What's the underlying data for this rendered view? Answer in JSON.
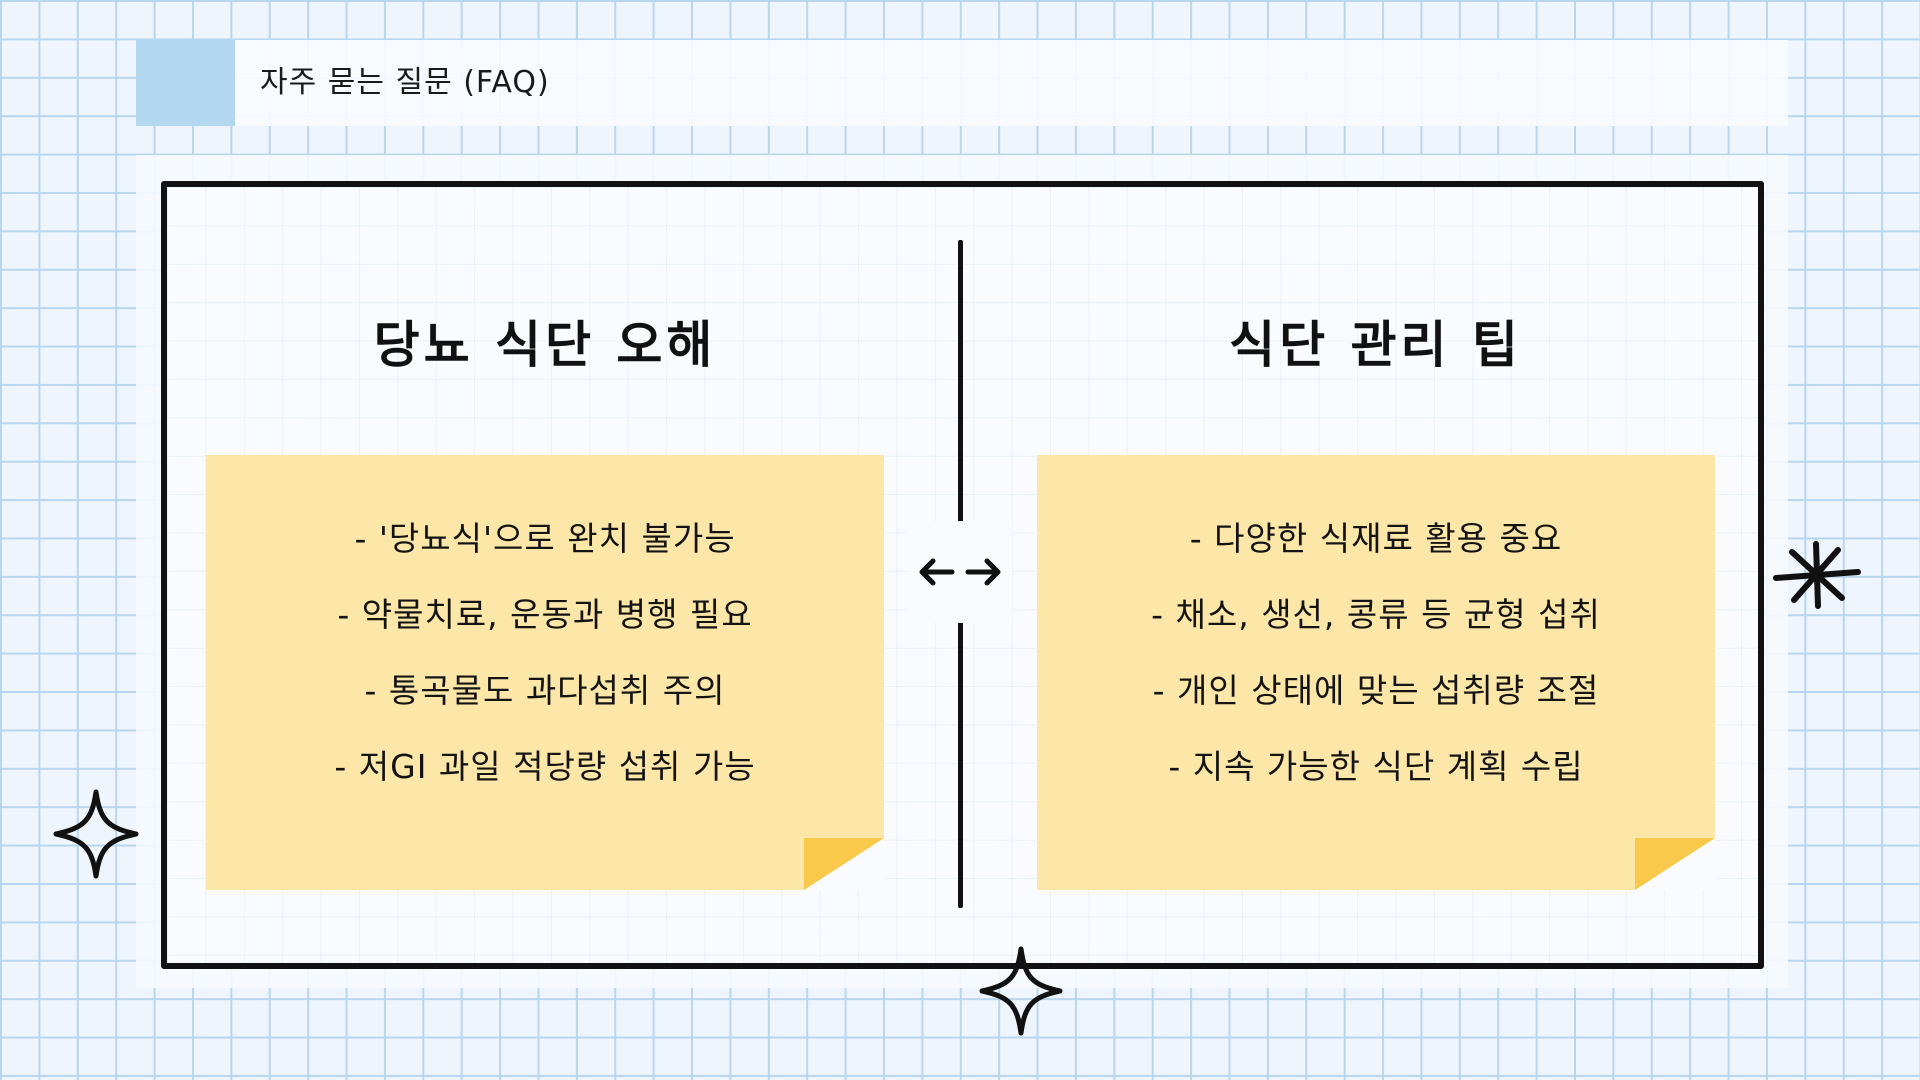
{
  "header": {
    "title": "자주 묻는 질문 (FAQ)"
  },
  "left_column": {
    "title": "당뇨 식단 오해",
    "items": [
      "- '당뇨식'으로 완치 불가능",
      "- 약물치료, 운동과 병행 필요",
      "- 통곡물도 과다섭취 주의",
      "- 저GI 과일 적당량 섭취 가능"
    ]
  },
  "right_column": {
    "title": "식단 관리 팁",
    "items": [
      "- 다양한 식재료 활용 중요",
      "- 채소, 생선, 콩류 등 균형 섭취",
      "- 개인 상태에 맞는 섭취량 조절",
      "- 지속 가능한 식단 계획 수립"
    ]
  },
  "icons": {
    "center": "double-arrow-icon",
    "decorations": [
      "sparkle-icon",
      "asterisk-icon"
    ]
  },
  "colors": {
    "background": "#eef5fc",
    "grid": "#b9d6f1",
    "header_swatch": "#b3d7ef",
    "note": "#fde7a8",
    "note_fold": "#f8c94a",
    "frame": "#111111"
  }
}
